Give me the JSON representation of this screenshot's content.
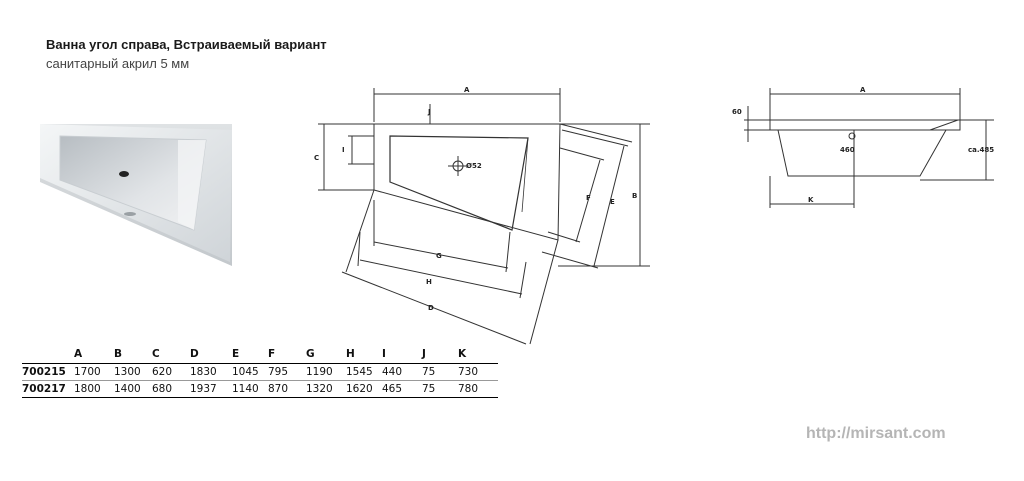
{
  "title": "Ванна угол справа, Встраиваемый вариант",
  "subtitle": "санитарный акрил 5 мм",
  "plan_labels": {
    "a": "A",
    "b": "B",
    "c": "C",
    "d": "D",
    "e": "E",
    "f": "F",
    "g": "G",
    "h": "H",
    "i": "I",
    "j": "J",
    "drain": "Ø52"
  },
  "side_labels": {
    "a": "A",
    "k": "K",
    "h60": "60",
    "h460": "460",
    "h485": "ca.485"
  },
  "table": {
    "headers": [
      "",
      "A",
      "B",
      "C",
      "D",
      "E",
      "F",
      "G",
      "H",
      "I",
      "J",
      "K"
    ],
    "rows": [
      [
        "700215",
        "1700",
        "1300",
        "620",
        "1830",
        "1045",
        "795",
        "1190",
        "1545",
        "440",
        "75",
        "730"
      ],
      [
        "700217",
        "1800",
        "1400",
        "680",
        "1937",
        "1140",
        "870",
        "1320",
        "1620",
        "465",
        "75",
        "780"
      ]
    ]
  },
  "watermark": "http://mirsant.com"
}
